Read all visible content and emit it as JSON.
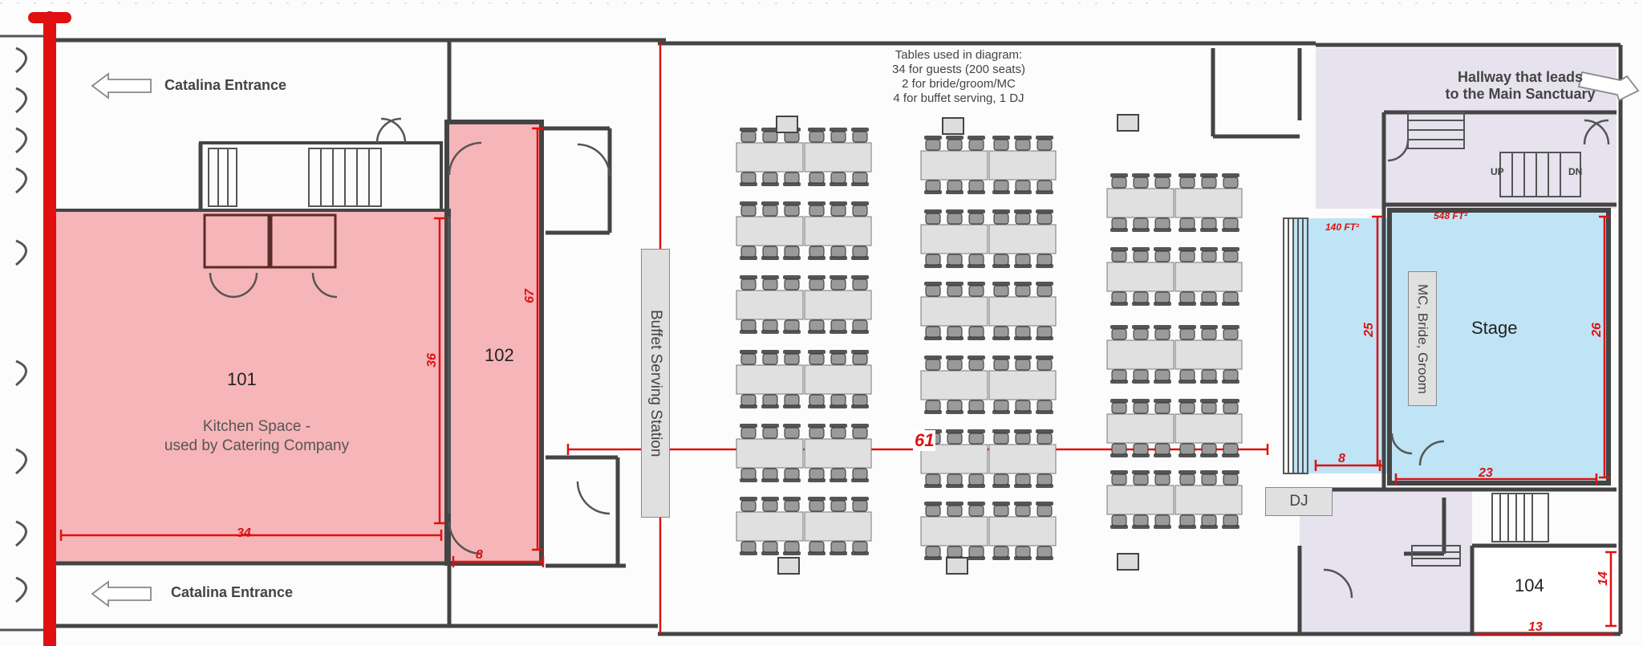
{
  "entrances": {
    "top": "Catalina Entrance",
    "bottom": "Catalina Entrance"
  },
  "hallway": {
    "line1": "Hallway that leads",
    "line2": "to the Main Sanctuary"
  },
  "tables_note": {
    "line1": "Tables used in diagram:",
    "line2": "34 for guests (200 seats)",
    "line3": "2 for bride/groom/MC",
    "line4": "4 for buffet serving, 1 DJ"
  },
  "rooms": {
    "r101": "101",
    "kitchen_line1": "Kitchen Space -",
    "kitchen_line2": "used by Catering Company",
    "r102": "102",
    "stage": "Stage",
    "r104": "104"
  },
  "labels": {
    "buffet": "Buffet Serving Station",
    "head_table": "MC, Bride, Groom",
    "dj": "DJ",
    "stairs_up": "UP",
    "stairs_dn": "DN"
  },
  "dimensions": {
    "d34": "34",
    "d36": "36",
    "d8a": "8",
    "d61": "61",
    "d67": "67",
    "d25": "25",
    "d26": "26",
    "d23": "23",
    "d8b": "8",
    "d14": "14",
    "d13": "13",
    "area_stage": "548 FT²",
    "area_steps": "140 FT²"
  },
  "colors": {
    "kitchen_fill": "#f6b5b8",
    "stage_fill": "#bfe4f5",
    "hall_fill": "#e6e2ee",
    "dimension_red": "#e01010",
    "table_fill": "#e0e0e0",
    "wall": "#444444"
  }
}
